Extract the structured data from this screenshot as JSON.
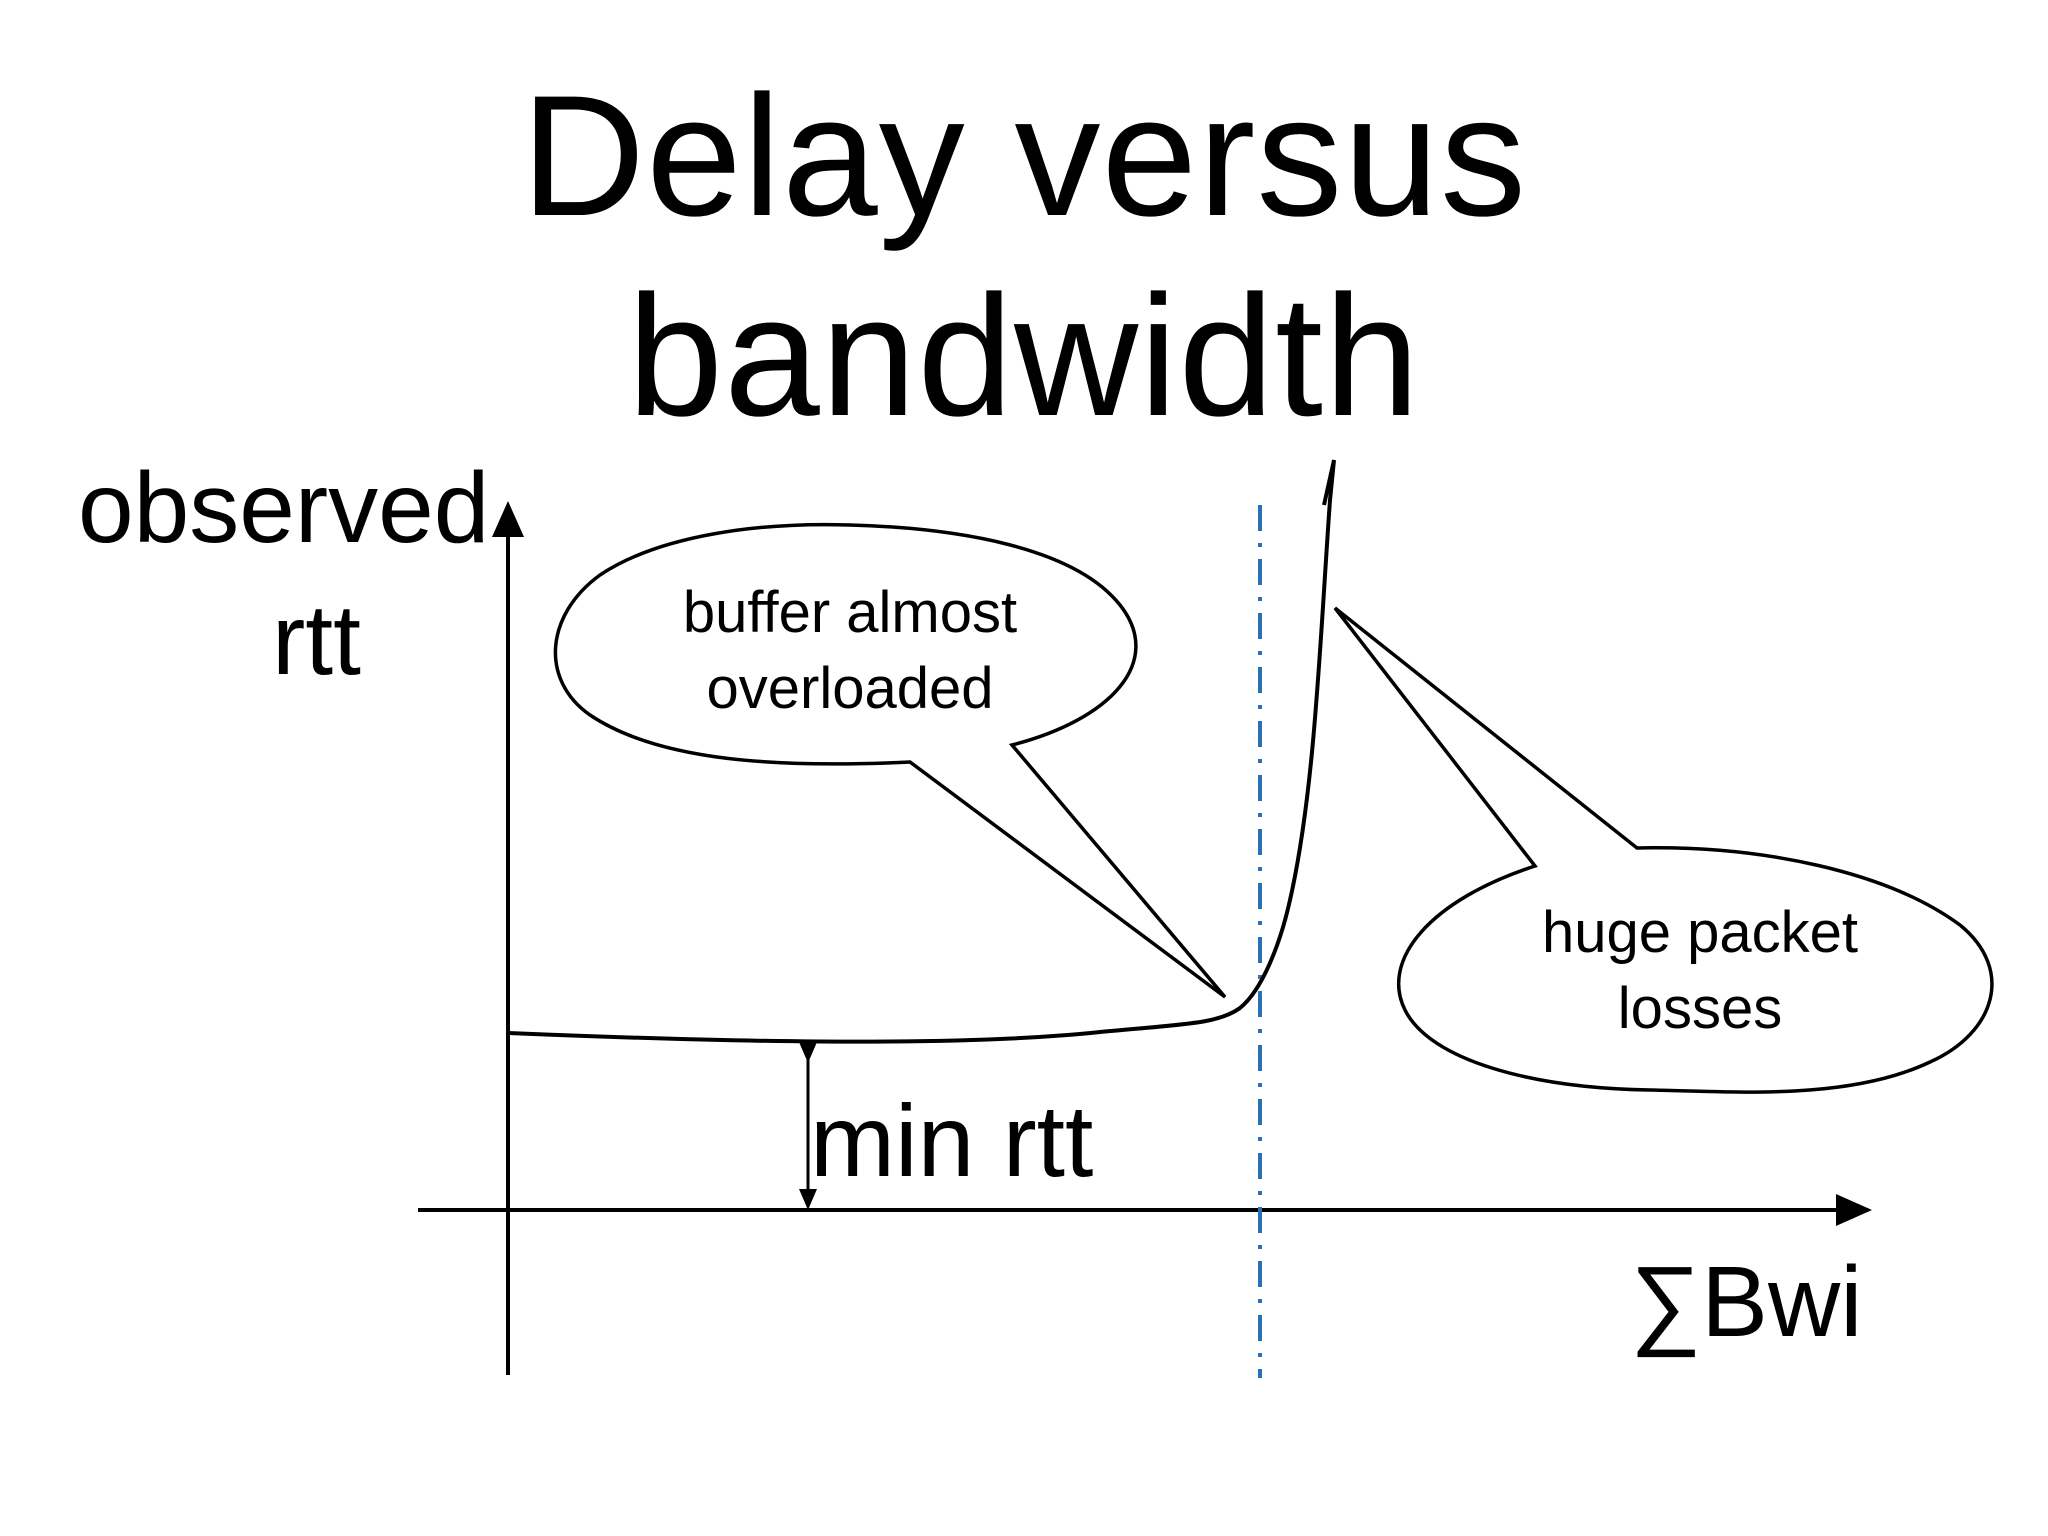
{
  "slide": {
    "title_line1": "Delay versus",
    "title_line2": "bandwidth"
  },
  "axes": {
    "y_label_line1": "observed",
    "y_label_line2": "rtt",
    "x_label": "∑Bwi",
    "min_marker_label": "min rtt"
  },
  "callouts": {
    "left": {
      "line1": "buffer almost",
      "line2": "overloaded"
    },
    "right": {
      "line1": "huge packet",
      "line2": "losses"
    }
  },
  "colors": {
    "ink": "#000000",
    "capacity_line": "#2a72b5",
    "background": "#ffffff"
  }
}
